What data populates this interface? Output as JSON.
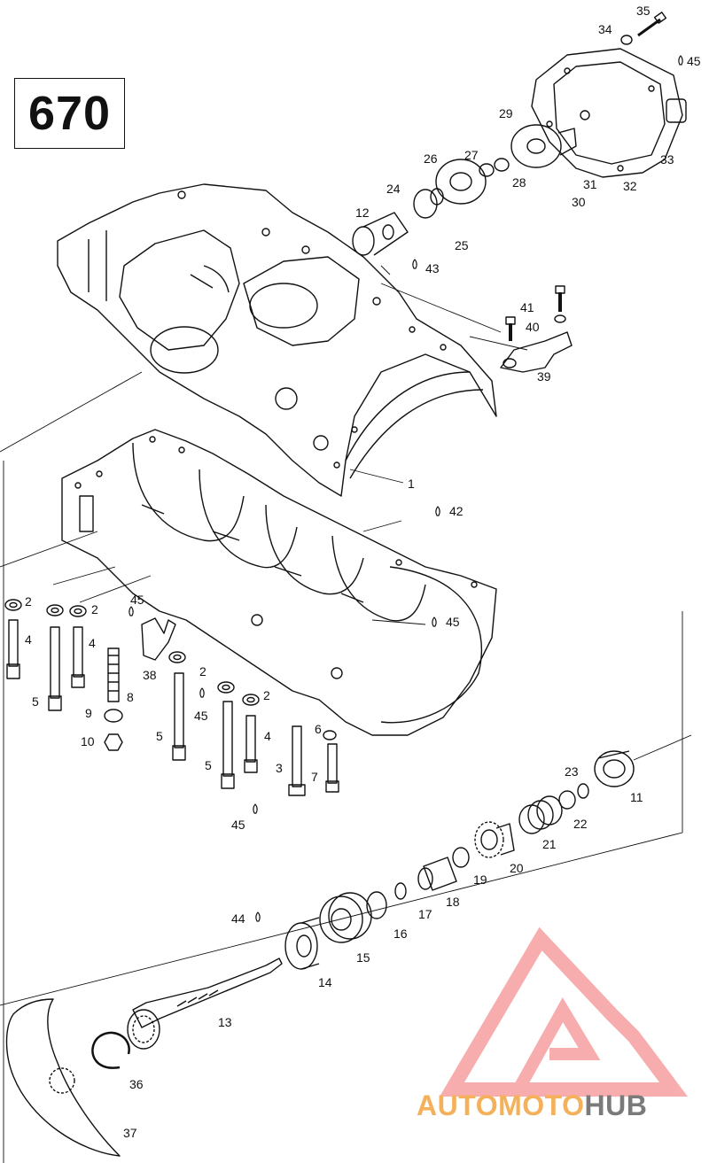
{
  "page_code": "670",
  "watermark": {
    "part1": "AUTOMOTO",
    "part2": "HUB",
    "color_orange": "#f4b05a",
    "color_gray": "#7a7a7a",
    "logo_color": "#f26b6b"
  },
  "callouts": [
    {
      "label": "35",
      "name": "callout-35"
    },
    {
      "label": "34",
      "name": "callout-34"
    },
    {
      "label": "45",
      "name": "callout-45-a"
    },
    {
      "label": "29",
      "name": "callout-29"
    },
    {
      "label": "33",
      "name": "callout-33"
    },
    {
      "label": "26",
      "name": "callout-26"
    },
    {
      "label": "27",
      "name": "callout-27"
    },
    {
      "label": "28",
      "name": "callout-28"
    },
    {
      "label": "31",
      "name": "callout-31"
    },
    {
      "label": "32",
      "name": "callout-32"
    },
    {
      "label": "30",
      "name": "callout-30"
    },
    {
      "label": "24",
      "name": "callout-24"
    },
    {
      "label": "12",
      "name": "callout-12"
    },
    {
      "label": "25",
      "name": "callout-25"
    },
    {
      "label": "43",
      "name": "callout-43"
    },
    {
      "label": "41",
      "name": "callout-41"
    },
    {
      "label": "40",
      "name": "callout-40"
    },
    {
      "label": "39",
      "name": "callout-39"
    },
    {
      "label": "1",
      "name": "callout-1"
    },
    {
      "label": "42",
      "name": "callout-42"
    },
    {
      "label": "45",
      "name": "callout-45-b"
    },
    {
      "label": "2",
      "name": "callout-2-a"
    },
    {
      "label": "2",
      "name": "callout-2-b"
    },
    {
      "label": "45",
      "name": "callout-45-c"
    },
    {
      "label": "4",
      "name": "callout-4-a"
    },
    {
      "label": "4",
      "name": "callout-4-b"
    },
    {
      "label": "38",
      "name": "callout-38"
    },
    {
      "label": "2",
      "name": "callout-2-c"
    },
    {
      "label": "8",
      "name": "callout-8"
    },
    {
      "label": "5",
      "name": "callout-5-a"
    },
    {
      "label": "2",
      "name": "callout-2-d"
    },
    {
      "label": "9",
      "name": "callout-9"
    },
    {
      "label": "45",
      "name": "callout-45-d"
    },
    {
      "label": "6",
      "name": "callout-6"
    },
    {
      "label": "10",
      "name": "callout-10"
    },
    {
      "label": "5",
      "name": "callout-5-b"
    },
    {
      "label": "4",
      "name": "callout-4-c"
    },
    {
      "label": "5",
      "name": "callout-5-c"
    },
    {
      "label": "3",
      "name": "callout-3"
    },
    {
      "label": "7",
      "name": "callout-7"
    },
    {
      "label": "45",
      "name": "callout-45-e"
    },
    {
      "label": "23",
      "name": "callout-23"
    },
    {
      "label": "11",
      "name": "callout-11"
    },
    {
      "label": "22",
      "name": "callout-22"
    },
    {
      "label": "21",
      "name": "callout-21"
    },
    {
      "label": "20",
      "name": "callout-20"
    },
    {
      "label": "19",
      "name": "callout-19"
    },
    {
      "label": "18",
      "name": "callout-18"
    },
    {
      "label": "17",
      "name": "callout-17"
    },
    {
      "label": "16",
      "name": "callout-16"
    },
    {
      "label": "44",
      "name": "callout-44"
    },
    {
      "label": "15",
      "name": "callout-15"
    },
    {
      "label": "14",
      "name": "callout-14"
    },
    {
      "label": "13",
      "name": "callout-13"
    },
    {
      "label": "36",
      "name": "callout-36"
    },
    {
      "label": "37",
      "name": "callout-37"
    }
  ]
}
